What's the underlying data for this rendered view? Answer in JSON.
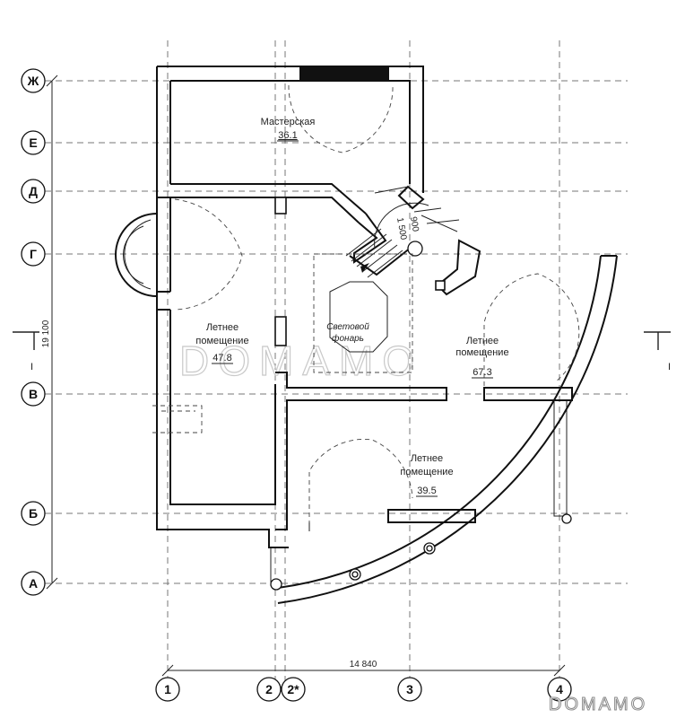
{
  "axes": {
    "rows": [
      {
        "label": "Ж"
      },
      {
        "label": "Е"
      },
      {
        "label": "Д"
      },
      {
        "label": "Г"
      },
      {
        "label": "В"
      },
      {
        "label": "Б"
      },
      {
        "label": "А"
      }
    ],
    "columns": [
      {
        "label": "1"
      },
      {
        "label": "2"
      },
      {
        "label": "2*"
      },
      {
        "label": "3"
      },
      {
        "label": "4"
      }
    ]
  },
  "rooms": {
    "workshop": {
      "name": "Мастерская",
      "area": "36.1"
    },
    "summer_left": {
      "name_line1": "Летнее",
      "name_line2": "помещение",
      "area": "47.8"
    },
    "summer_right": {
      "name_line1": "Летнее",
      "name_line2": "помещение",
      "area": "67.3"
    },
    "summer_bottom": {
      "name_line1": "Летнее",
      "name_line2": "помещение",
      "area": "39.5"
    }
  },
  "skylight": {
    "line1": "Световой",
    "line2": "фонарь"
  },
  "dimensions": {
    "width": "14 840",
    "height": "19 100"
  },
  "stair_marks": {
    "a": "1 500",
    "b": "900"
  },
  "section_marks": {
    "left": "I",
    "right": "I"
  },
  "watermark": {
    "center": "DOMAMO",
    "corner": "DOMAMO"
  }
}
